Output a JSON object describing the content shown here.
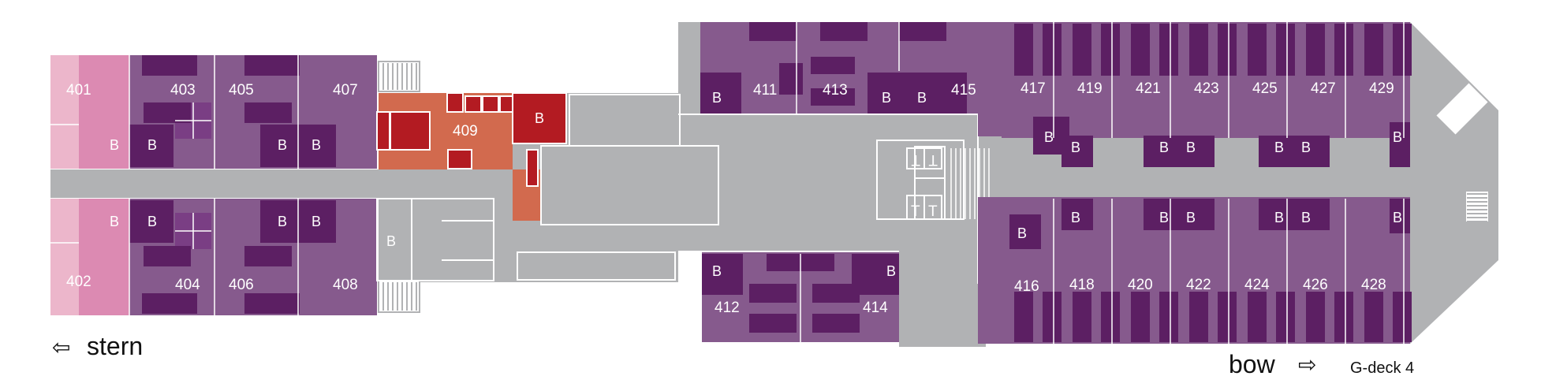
{
  "colors": {
    "hull": "#b1b2b4",
    "corridor": "#b1b2b4",
    "cabin": "#865a8d",
    "bath": "#5c1f63",
    "bath_mid": "#7a3e84",
    "pink_light": "#ecb6cb",
    "pink_mid": "#dc8ab2",
    "orange": "#d26a4e",
    "red": "#b31b22",
    "line": "#ffffff"
  },
  "cabins": {
    "c401": "401",
    "c402": "402",
    "c403": "403",
    "c404": "404",
    "c405": "405",
    "c406": "406",
    "c407": "407",
    "c408": "408",
    "c409": "409",
    "c411": "411",
    "c412": "412",
    "c413": "413",
    "c414": "414",
    "c415": "415",
    "c416": "416",
    "c417": "417",
    "c418": "418",
    "c419": "419",
    "c420": "420",
    "c421": "421",
    "c422": "422",
    "c423": "423",
    "c424": "424",
    "c425": "425",
    "c426": "426",
    "c427": "427",
    "c428": "428",
    "c429": "429"
  },
  "bathroom_label": "B",
  "toilet_symbol": "T",
  "direction": {
    "stern_arrow": "⇦",
    "stern": "stern",
    "bow": "bow",
    "bow_arrow": "⇨"
  },
  "deck_name": "G-deck 4"
}
